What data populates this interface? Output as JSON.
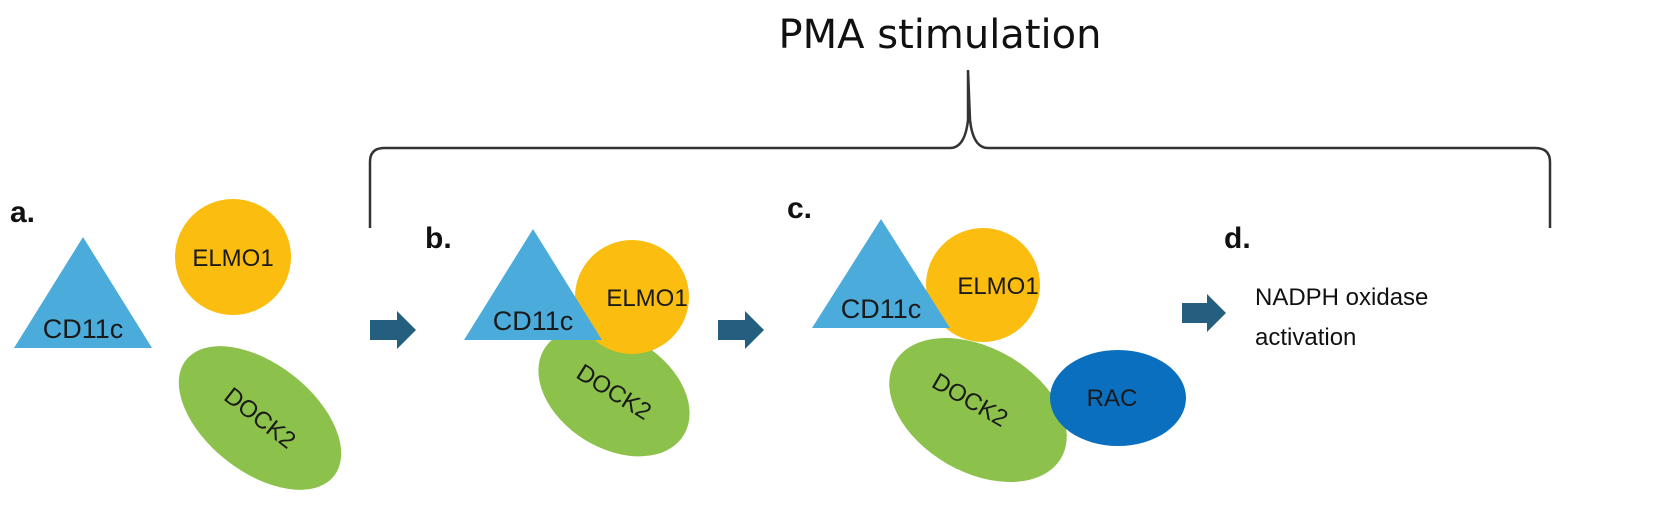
{
  "title": "PMA stimulation",
  "colors": {
    "cd11c": "#4bacdc",
    "elmo1": "#fbbd0f",
    "dock2": "#8cc24c",
    "rac": "#0a6fbf",
    "arrow": "#245f7f",
    "brace": "#333333"
  },
  "panels": {
    "a": {
      "label": "a.",
      "cd11c": "CD11c",
      "elmo1": "ELMO1",
      "dock2": "DOCK2"
    },
    "b": {
      "label": "b.",
      "cd11c": "CD11c",
      "elmo1": "ELMO1",
      "dock2": "DOCK2"
    },
    "c": {
      "label": "c.",
      "cd11c": "CD11c",
      "elmo1": "ELMO1",
      "dock2": "DOCK2",
      "rac": "RAC"
    },
    "d": {
      "label": "d.",
      "result_line1": "NADPH oxidase",
      "result_line2": "activation"
    }
  }
}
